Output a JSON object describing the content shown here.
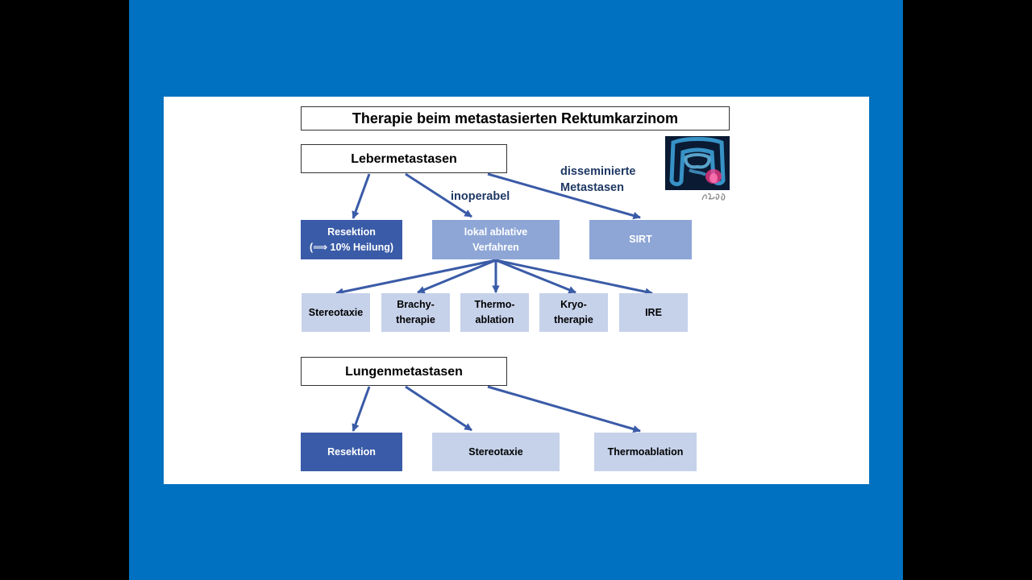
{
  "title": "Therapie beim metastasierten Rektumkarzinom",
  "liver": {
    "heading": "Lebermetastasen",
    "label_inoperable": "inoperabel",
    "label_disseminated": "disseminierte\nMetastasen",
    "resection": "Resektion\n(⟹ 10% Heilung)",
    "ablative": "lokal ablative\nVerfahren",
    "sirt": "SIRT",
    "methods": [
      "Stereotaxie",
      "Brachy-\ntherapie",
      "Thermo-\nablation",
      "Kryo-\ntherapie",
      "IRE"
    ]
  },
  "lung": {
    "heading": "Lungenmetastasen",
    "options": [
      "Resektion",
      "Stereotaxie",
      "Thermoablation"
    ]
  },
  "colors": {
    "background": "#0070C0",
    "dark_box": "#3A5BA7",
    "mid_box": "#8EA6D6",
    "light_box": "#C6D2EA",
    "arrow": "#3A5BA7",
    "label_text": "#1F3864"
  },
  "icons": [
    "colon-xray-image",
    "signature-mark"
  ]
}
